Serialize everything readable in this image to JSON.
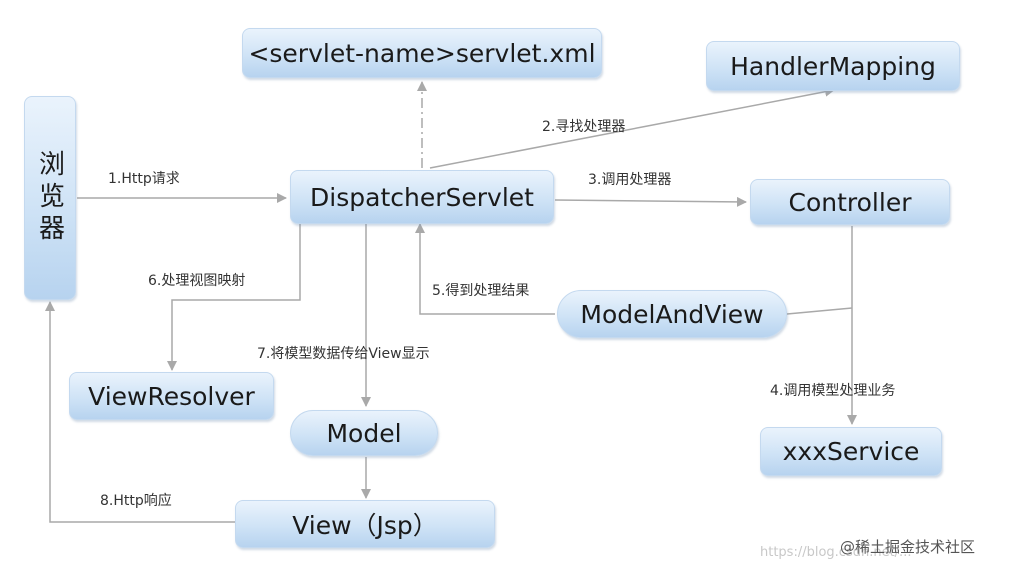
{
  "nodes": {
    "browser": "浏览器",
    "servlet_xml": "<servlet-name>servlet.xml",
    "handler_mapping": "HandlerMapping",
    "dispatcher": "DispatcherServlet",
    "controller": "Controller",
    "model_and_view": "ModelAndView",
    "view_resolver": "ViewResolver",
    "model": "Model",
    "xxx_service": "xxxService",
    "view": "View（Jsp）"
  },
  "edges": {
    "e1": "1.Http请求",
    "e2": "2.寻找处理器",
    "e3": "3.调用处理器",
    "e4": "4.调用模型处理业务",
    "e5": "5.得到处理结果",
    "e6": "6.处理视图映射",
    "e7": "7.将模型数据传给View显示",
    "e8": "8.Http响应"
  },
  "watermark": {
    "url": "https://blog.csdn.net/...",
    "site": "@稀土掘金技术社区"
  },
  "colors": {
    "node_top": "#eaf3fc",
    "node_bottom": "#b7d3ef",
    "line": "#a9a9a9"
  }
}
